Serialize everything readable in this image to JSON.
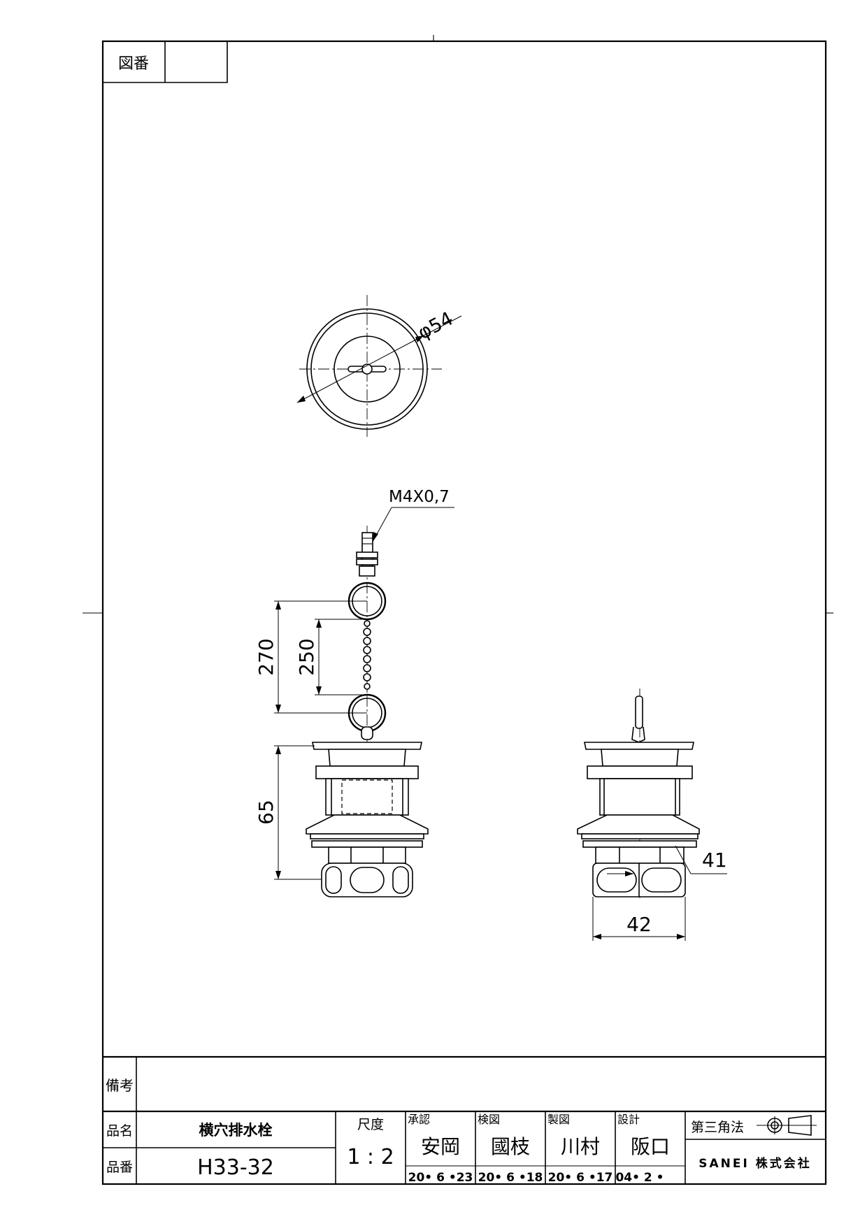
{
  "drawing_number": {
    "label": "図番",
    "value": ""
  },
  "remarks": {
    "label": "備考",
    "value": ""
  },
  "product": {
    "name_label": "品名",
    "name": "横穴排水栓",
    "number_label": "品番",
    "number": "H33-32"
  },
  "scale": {
    "label": "尺度",
    "value": "1 : 2"
  },
  "approvals": [
    {
      "role": "承認",
      "name": "安岡",
      "date": "20• 6 •23"
    },
    {
      "role": "検図",
      "name": "國枝",
      "date": "20• 6 •18"
    },
    {
      "role": "製図",
      "name": "川村",
      "date": "20• 6 •17"
    },
    {
      "role": "設計",
      "name": "阪口",
      "date": "04• 2 •"
    }
  ],
  "projection": {
    "label": "第三角法"
  },
  "company": "SANEI 株式会社",
  "dimensions": {
    "diameter": "φ54",
    "thread": "M4X0,7",
    "chain_total": "270",
    "chain_inner": "250",
    "body_height": "65",
    "flange_offset": "41",
    "hex_width": "42"
  },
  "icons": [
    "third-angle-projection-icon"
  ]
}
